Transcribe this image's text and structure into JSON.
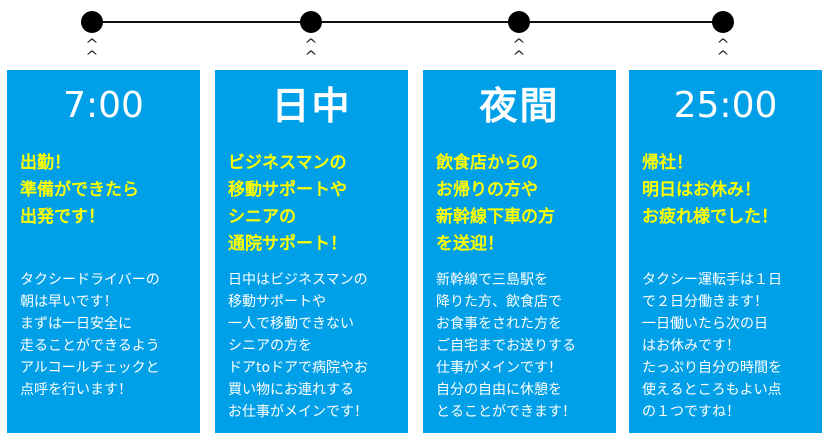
{
  "cards": [
    {
      "time": "7:00",
      "headline": [
        "出勤！",
        "準備ができたら",
        "出発です！"
      ],
      "body": [
        "タクシードライバーの",
        "朝は早いです！",
        "まずは一日安全に",
        "走ることができるよう",
        "アルコールチェックと",
        "点呼を行います！"
      ]
    },
    {
      "time": "日中",
      "headline": [
        "ビジネスマンの",
        "移動サポートや",
        "シニアの",
        "通院サポート！"
      ],
      "body": [
        "日中はビジネスマンの",
        "移動サポートや",
        "一人で移動できない",
        "シニアの方を",
        "ドアtoドアで病院やお",
        "買い物にお連れする",
        "お仕事がメインです！"
      ]
    },
    {
      "time": "夜間",
      "headline": [
        "飲食店からの",
        "お帰りの方や",
        "新幹線下車の方",
        "を送迎！"
      ],
      "body": [
        "新幹線で三島駅を",
        "降りた方、飲食店で",
        "お食事をされた方を",
        "ご自宅までお送りする",
        "仕事がメインです！",
        "自分の自由に休憩を",
        "とることができます！"
      ]
    },
    {
      "time": "25:00",
      "headline": [
        "帰社！",
        "明日はお休み！",
        "お疲れ様でした！"
      ],
      "body": [
        "タクシー運転手は１日",
        "で２日分働きます！",
        "一日働いたら次の日",
        "はお休みです！",
        "たっぷり自分の時間を",
        "使えるところもよい点",
        "の１つですね！"
      ]
    }
  ],
  "timeline": {
    "arrow_glyph": "^\n^"
  },
  "colors": {
    "card_background": "#00a0e9",
    "headline_text": "#ffff00",
    "body_text": "#ffffff",
    "timeline": "#000000"
  }
}
